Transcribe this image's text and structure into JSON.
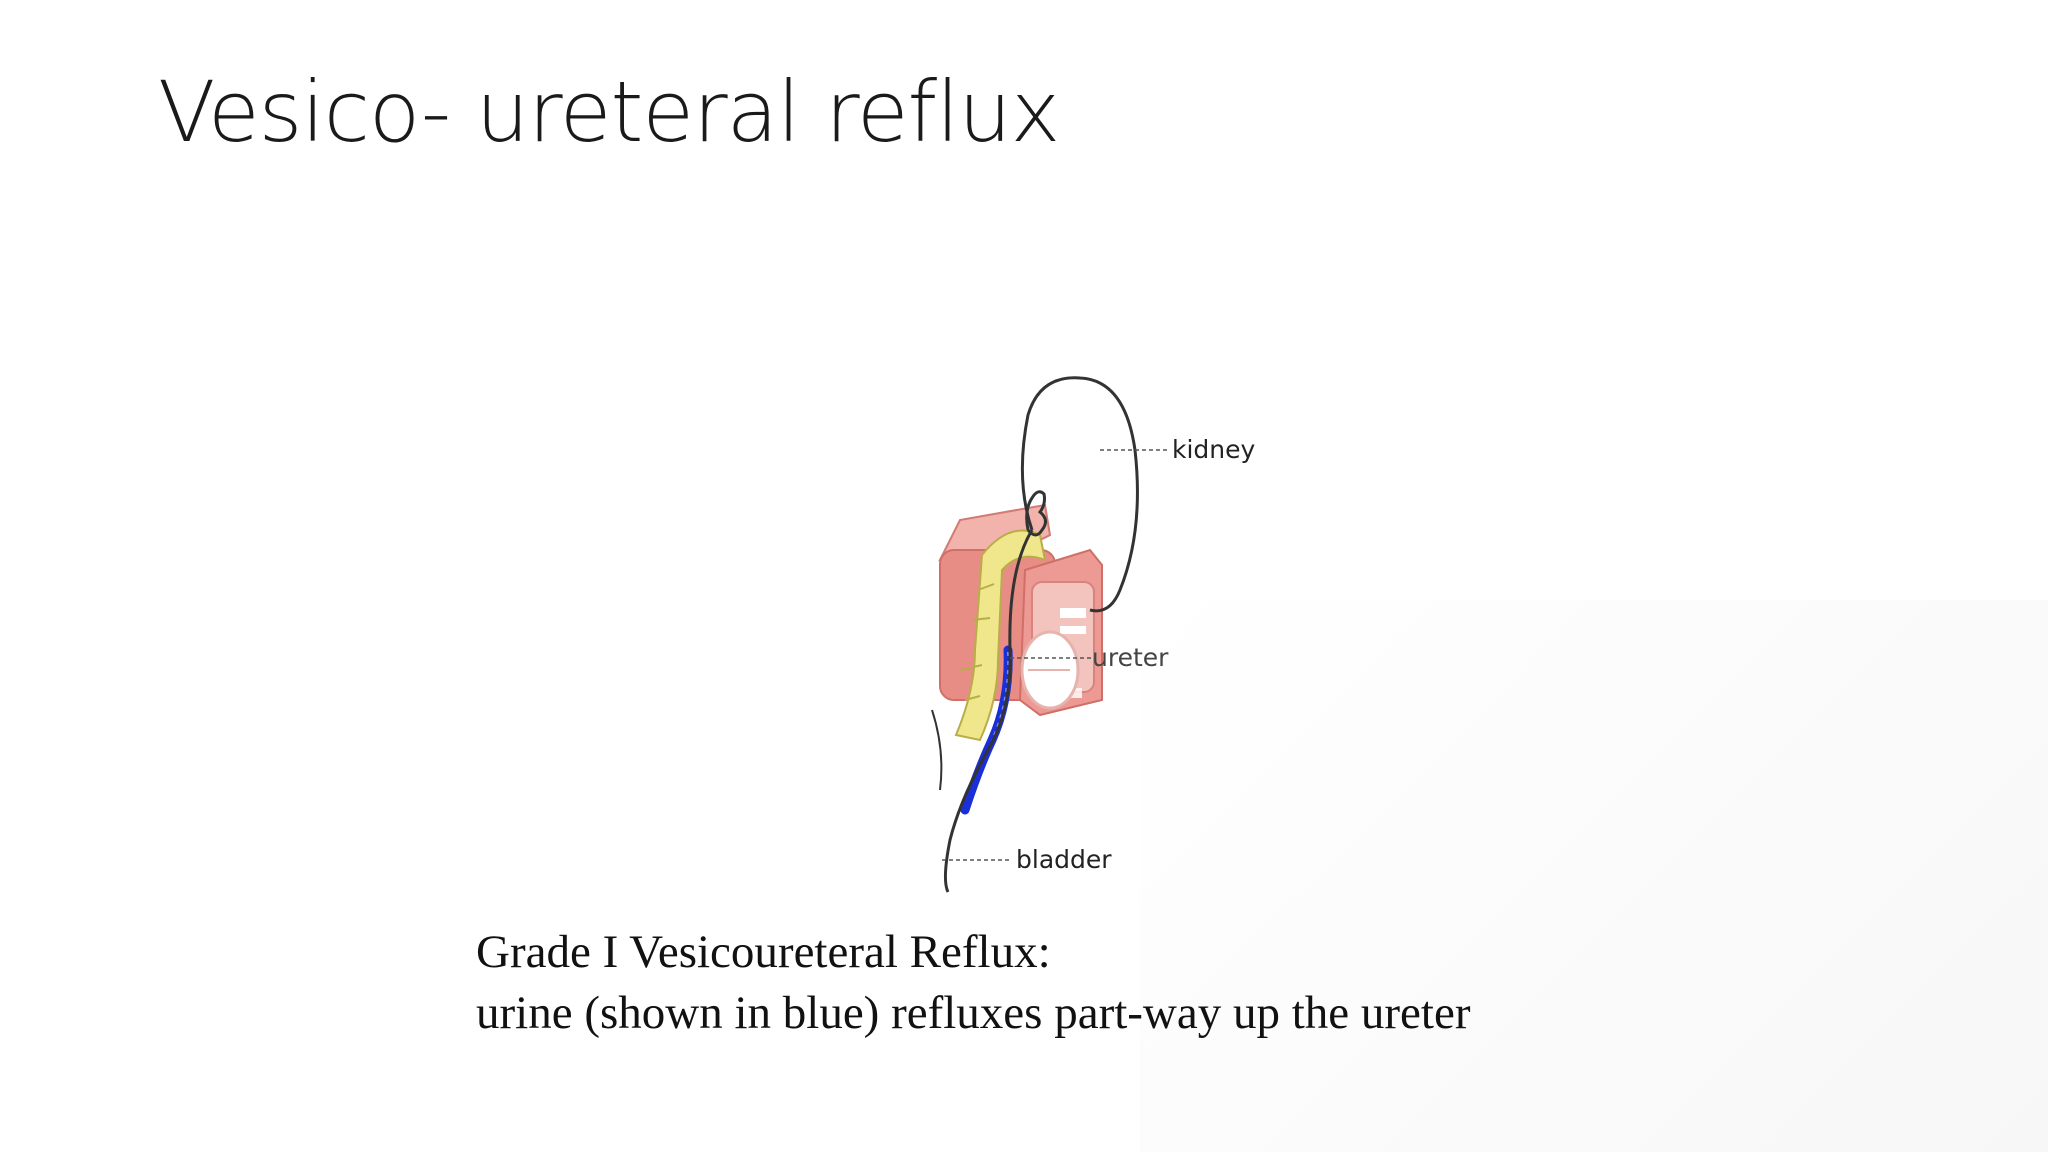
{
  "slide": {
    "title": "Vesico- ureteral reflux",
    "figure": {
      "labels": {
        "kidney": "kidney",
        "ureter": "ureter",
        "bladder": "bladder"
      },
      "colors": {
        "organ": "#e88d86",
        "ureter_fill": "#f0e68c",
        "reflux_urine": "#1a2fd6",
        "outline": "#333333"
      }
    },
    "caption": {
      "line1": "Grade I Vesicoureteral Reflux:",
      "line2": "urine (shown in blue) refluxes part-way up the ureter"
    }
  }
}
